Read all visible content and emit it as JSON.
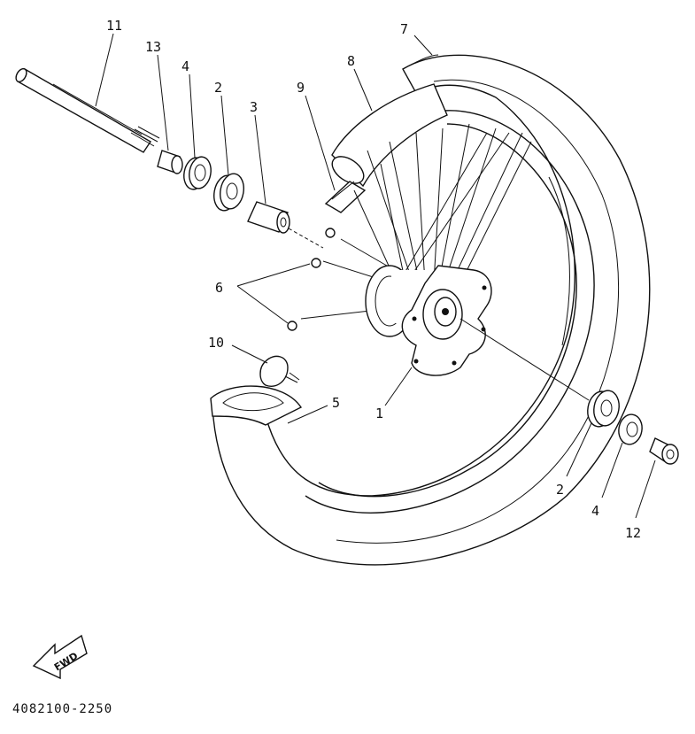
{
  "diagram": {
    "callouts": [
      {
        "id": "label-11",
        "text": "11"
      },
      {
        "id": "label-13",
        "text": "13"
      },
      {
        "id": "label-4a",
        "text": "4"
      },
      {
        "id": "label-2a",
        "text": "2"
      },
      {
        "id": "label-3",
        "text": "3"
      },
      {
        "id": "label-9",
        "text": "9"
      },
      {
        "id": "label-8",
        "text": "8"
      },
      {
        "id": "label-7",
        "text": "7"
      },
      {
        "id": "label-6",
        "text": "6"
      },
      {
        "id": "label-10",
        "text": "10"
      },
      {
        "id": "label-5",
        "text": "5"
      },
      {
        "id": "label-1",
        "text": "1"
      },
      {
        "id": "label-2b",
        "text": "2"
      },
      {
        "id": "label-4b",
        "text": "4"
      },
      {
        "id": "label-12",
        "text": "12"
      }
    ],
    "fwd_text": "FWD",
    "drawing_code": "4082100-2250"
  }
}
